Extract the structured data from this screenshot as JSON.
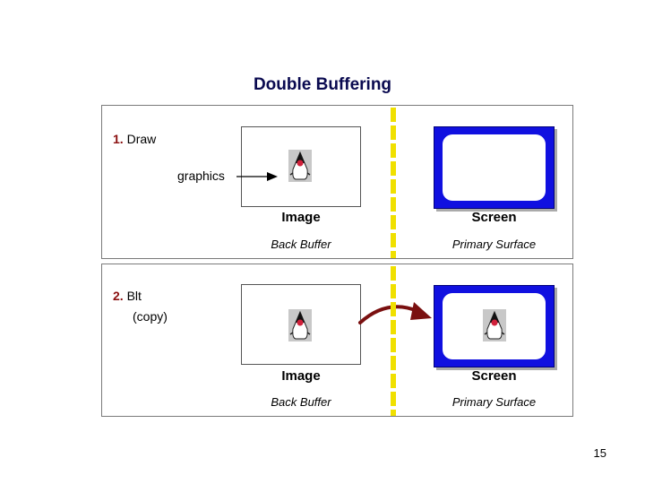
{
  "title": "Double Buffering",
  "steps": [
    {
      "number": "1.",
      "label": "Draw",
      "sublabel": "",
      "pointer_label": "graphics",
      "image_box": {
        "title": "Image",
        "subtitle": "Back Buffer"
      },
      "screen_box": {
        "title": "Screen",
        "subtitle": "Primary Surface"
      }
    },
    {
      "number": "2.",
      "label": "Blt",
      "sublabel": "(copy)",
      "image_box": {
        "title": "Image",
        "subtitle": "Back Buffer"
      },
      "screen_box": {
        "title": "Screen",
        "subtitle": "Primary Surface"
      }
    }
  ],
  "page_number": "15",
  "colors": {
    "title": "#0a0a50",
    "step_number": "#8b1010",
    "screen_frame": "#1010e0",
    "divider": "#f0e000",
    "copy_arrow": "#7a1010"
  },
  "icons": [
    "duke-mascot-icon",
    "arrow-right-icon",
    "curved-arrow-icon"
  ]
}
